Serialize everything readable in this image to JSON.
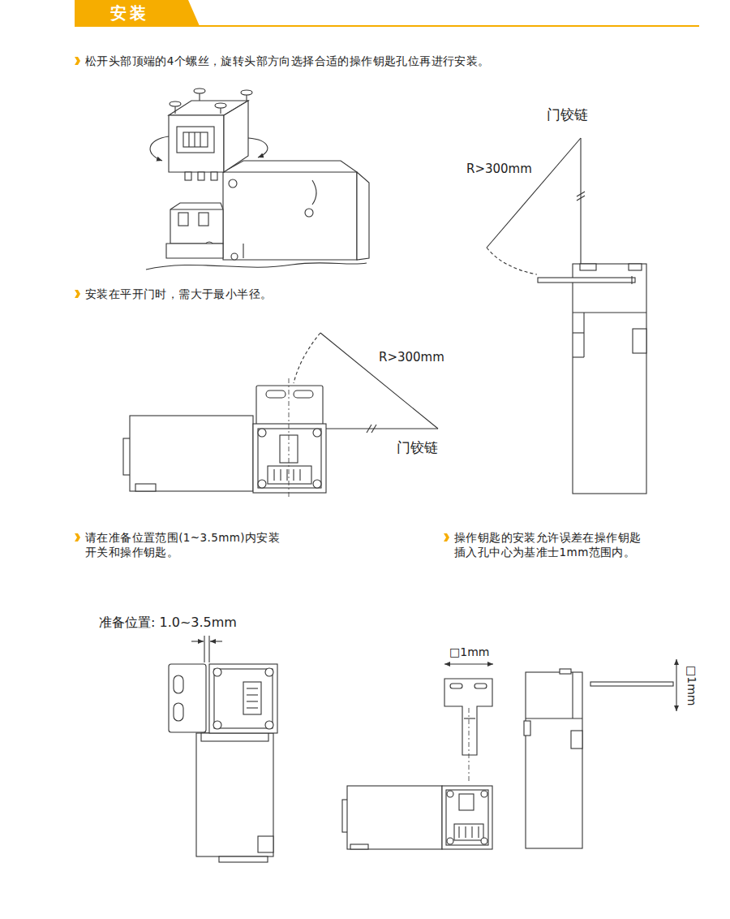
{
  "diagram": {
    "title": "安装",
    "labels": [
      "松开头部顶端的4个螺丝，旋转头部方向选择合适的操作钥匙孔位再进行安装。",
      "门铰链",
      "R>300mm",
      "安装在平开门时，需大于最小半径。",
      "R>300mm",
      "门铰链",
      "请在准备位置范围(1~3.5mm)内安装 开关和操作钥匙。",
      "操作钥匙的安装允许误差在操作钥匙 插入孔中心为基准士1mm范围内。",
      "准备位置: 1.0~3.5mm",
      "□1mm",
      "□1mm"
    ]
  }
}
